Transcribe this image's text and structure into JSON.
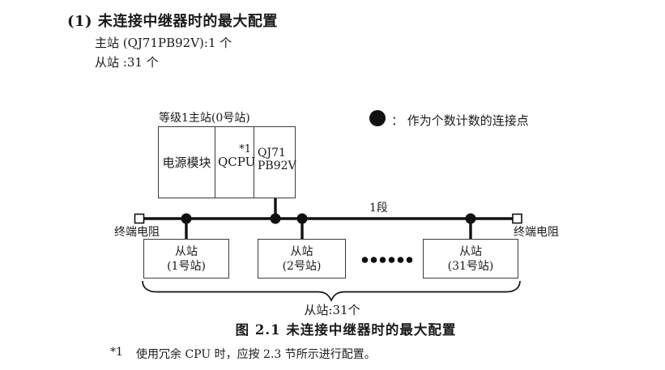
{
  "title_block": {
    "heading": "(1) 未连接中继器时的最大配置",
    "master_count_line": "主站 (QJ71PB92V):1 个",
    "slave_count_line": "从站 :31 个"
  },
  "legend": {
    "symbol": "connection-point-dot",
    "text": "： 作为个数计数的连接点"
  },
  "diagram": {
    "master_station_label": "等级1主站(0号站)",
    "master_station": {
      "power_module": "电源模块",
      "cpu": "QCPU",
      "cpu_footnote_ref": "*1",
      "network_module_line1": "QJ71",
      "network_module_line2": "PB92V"
    },
    "segment_label": "1段",
    "left_terminator_label": "终端电阻",
    "right_terminator_label": "终端电阻",
    "slave_stations": [
      {
        "line1": "从站",
        "line2": "(1号站)"
      },
      {
        "line1": "从站",
        "line2": "(2号站)"
      },
      {
        "line1": "从站",
        "line2": "(31号站)"
      }
    ],
    "slave_total_label": "从站:31个"
  },
  "caption": "图 2.1 未连接中继器时的最大配置",
  "footnote": {
    "marker": "*1",
    "text": "使用冗余 CPU 时，应按 2.3 节所示进行配置。"
  },
  "colors": {
    "text": "#1a1a1a",
    "line": "#111111",
    "border": "#3c3c3c",
    "background": "#ffffff"
  }
}
